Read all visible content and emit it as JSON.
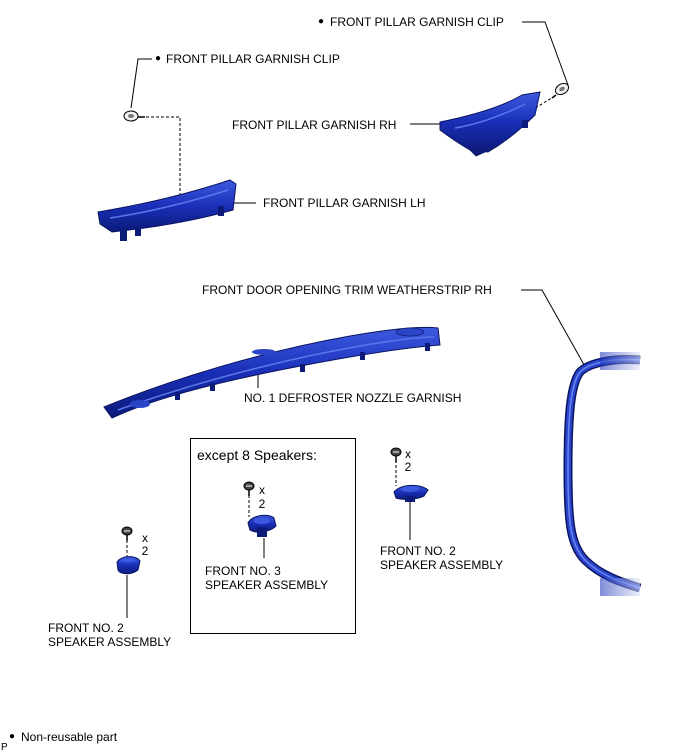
{
  "labels": {
    "clip_right": "FRONT PILLAR GARNISH CLIP",
    "clip_left": "FRONT PILLAR GARNISH CLIP",
    "garnish_rh": "FRONT PILLAR GARNISH RH",
    "garnish_lh": "FRONT PILLAR GARNISH LH",
    "weatherstrip": "FRONT DOOR OPENING TRIM WEATHERSTRIP RH",
    "defroster": "NO. 1 DEFROSTER NOZZLE GARNISH",
    "except_box": "except 8 Speakers:",
    "speaker3_line1": "FRONT NO. 3",
    "speaker3_line2": "SPEAKER ASSEMBLY",
    "speaker2_right_line1": "FRONT NO. 2",
    "speaker2_right_line2": "SPEAKER ASSEMBLY",
    "speaker2_left_line1": "FRONT NO. 2",
    "speaker2_left_line2": "SPEAKER ASSEMBLY",
    "qty_x": "x",
    "qty_n": "2",
    "legend": "Non-reusable part",
    "corner": "P"
  },
  "symbols": {
    "bullet": "●"
  },
  "colors": {
    "part_fill": "#1a2fb8",
    "part_dark": "#0c1a7a",
    "part_light": "#4a6ae0",
    "leader": "#000000"
  }
}
